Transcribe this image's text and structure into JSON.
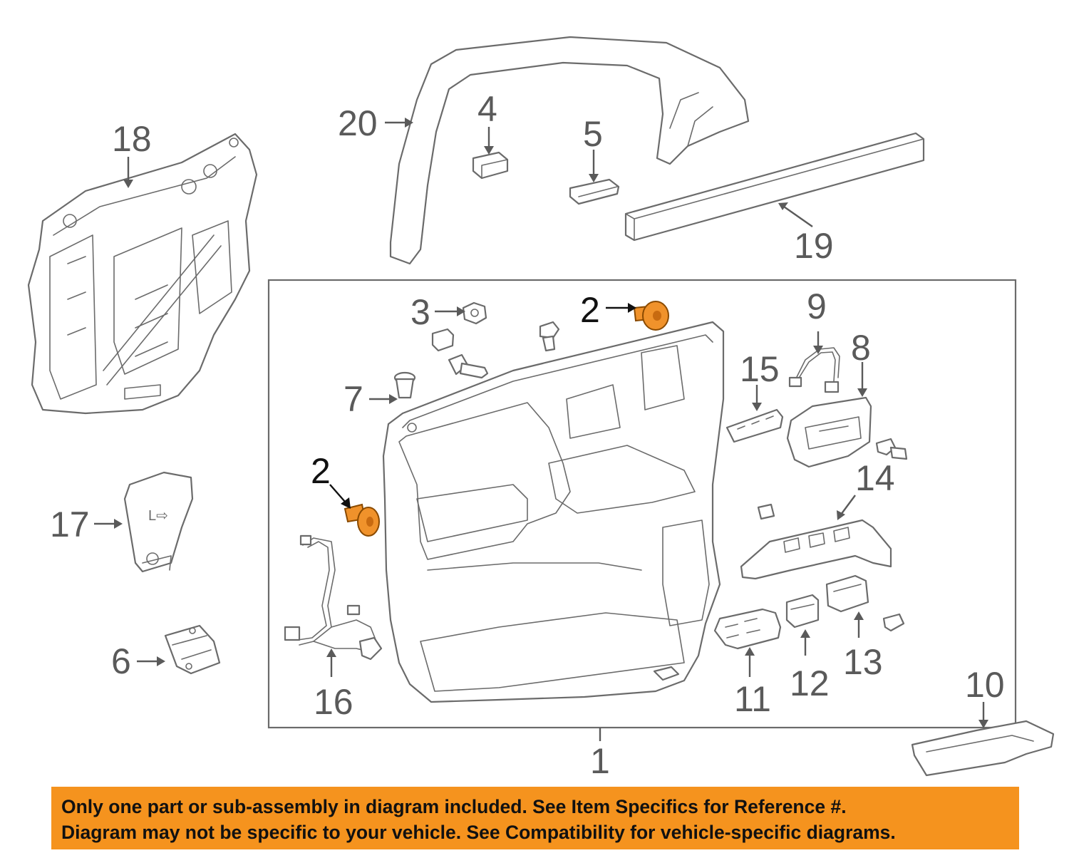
{
  "callouts": {
    "c1": "1",
    "c2a": "2",
    "c2b": "2",
    "c3": "3",
    "c4": "4",
    "c5": "5",
    "c6": "6",
    "c7": "7",
    "c8": "8",
    "c9": "9",
    "c10": "10",
    "c11": "11",
    "c12": "12",
    "c13": "13",
    "c14": "14",
    "c15": "15",
    "c16": "16",
    "c17": "17",
    "c18": "18",
    "c19": "19",
    "c20": "20"
  },
  "highlight_color": "#f0922b",
  "banner": {
    "background": "#f5931e",
    "line1": "Only one part or sub-assembly in diagram included. See Item Specifics for Reference #.",
    "line2": "Diagram may not be specific to your vehicle. See Compatibility for vehicle-specific diagrams."
  }
}
